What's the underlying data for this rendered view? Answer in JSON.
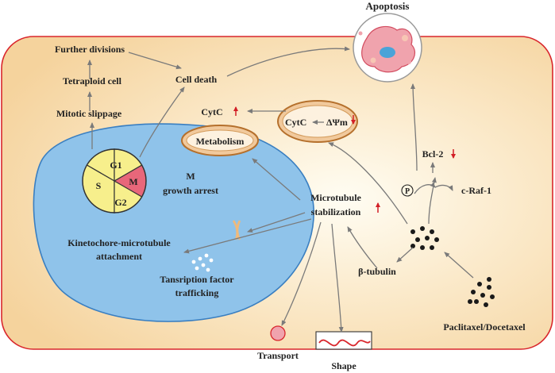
{
  "colors": {
    "cell_fill": "#f7d9a6",
    "cell_border": "#d9262c",
    "nucleus_fill": "#8fc3ea",
    "nucleus_border": "#3a7fc1",
    "cycle_yellow": "#f7ef8c",
    "cycle_red": "#e8677a",
    "mito_fill": "#f1c99c",
    "mito_border": "#b5702c",
    "up_arrow": "#d21f26"
  },
  "labels": {
    "apoptosis": "Apoptosis",
    "further_divisions": "Further divisions",
    "tetraploid_cell": "Tetraploid cell",
    "mitotic_slippage": "Mitotic slippage",
    "cell_death": "Cell death",
    "cytc_left": "CytC",
    "cytc_mito": "CytC",
    "delta_psi": "ΔΨm",
    "metabolism": "Metabolism",
    "bcl2": "Bcl-2",
    "phospho": "P",
    "craf": "c-Raf-1",
    "m_growth_1": "M",
    "m_growth_2": "growth arrest",
    "microtubule_1": "Microtubule",
    "microtubule_2": "stabilization",
    "kinetochore_1": "Kinetochore-microtubule",
    "kinetochore_2": "attachment",
    "transcription_1": "Tansription factor",
    "transcription_2": "trafficking",
    "beta_tubulin": "β-tubulin",
    "paclitaxel": "Paclitaxel/Docetaxel",
    "transport": "Transport",
    "shape": "Shape"
  },
  "cell_cycle": {
    "g1": "G1",
    "m": "M",
    "s": "S",
    "g2": "G2"
  },
  "icons": [
    "apoptotic-cell-icon",
    "mitochondrion-icon",
    "chromosome-icon",
    "drug-dots-icon",
    "vesicle-icon",
    "membrane-wave-icon"
  ]
}
